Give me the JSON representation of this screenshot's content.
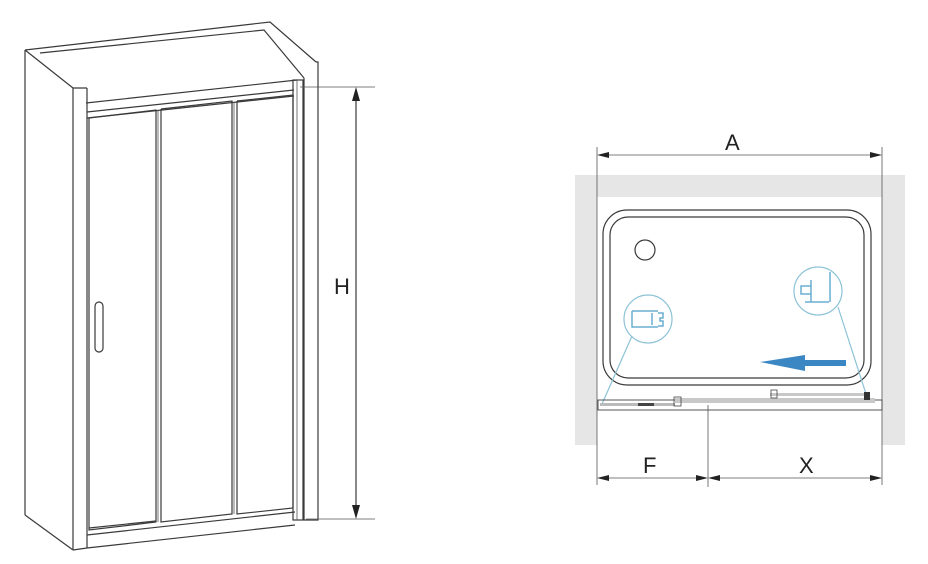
{
  "front_view": {
    "dimension_height_label": "H"
  },
  "plan_view": {
    "dimension_width_label": "A",
    "dimension_opening_label": "F",
    "dimension_installed_label": "X",
    "colors": {
      "wall": "#e6e6e6",
      "arrow": "#3b87c4",
      "detail": "#8cc3d6"
    }
  }
}
